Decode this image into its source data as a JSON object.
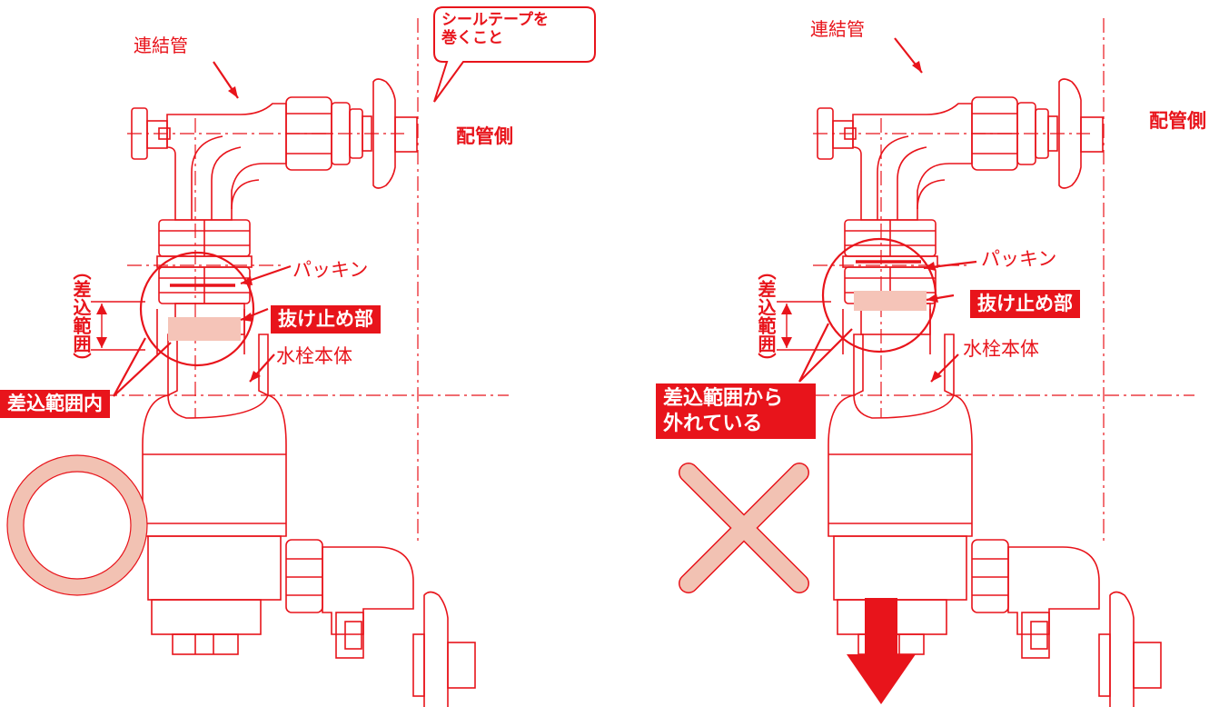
{
  "labels": {
    "connecting_pipe": "連結管",
    "seal_tape_line1": "シールテープを",
    "seal_tape_line2": "巻くこと",
    "piping_side": "配管側",
    "packing": "パッキン",
    "retaining_part": "抜け止め部",
    "faucet_body": "水栓本体",
    "insertion_range": "（差込範囲）",
    "within_range": "差込範囲内",
    "out_of_range_line1": "差込範囲から",
    "out_of_range_line2": "外れている"
  },
  "colors": {
    "line": "#e8141b",
    "accent": "#e8141b",
    "pale": "#f5c4b8",
    "mark_fill": "#f2c2b3",
    "mark_stroke": "#e8141b"
  },
  "marks": {
    "left": "correct-circle-icon",
    "right": "incorrect-cross-icon",
    "arrow": "down-arrow-icon"
  }
}
